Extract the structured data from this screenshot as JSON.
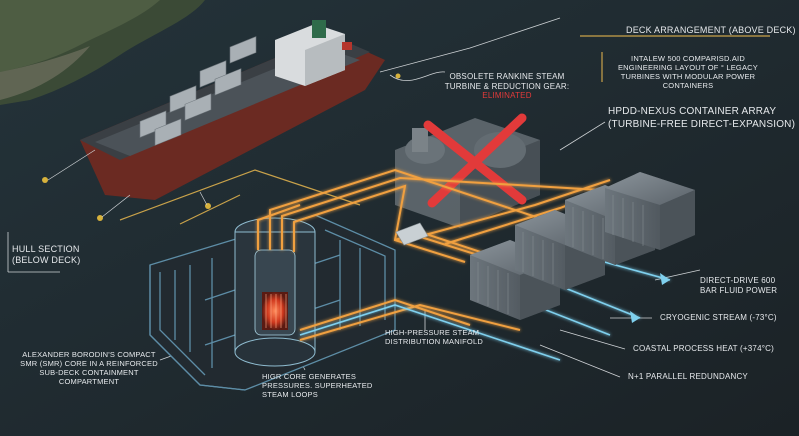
{
  "labels": {
    "deck_arrangement": "DECK ARRANGEMENT (ABOVE DECK)",
    "comparison_note": "INTALEW 500 COMPARISD.AID ENGINEERING LAYOUT OF ° LEGACY TURBINES WITH MODULAR POWER CONTAINERS",
    "obsolete_prefix": "OBSOLETE RANKINE STEAM TURBINE & REDUCTION GEAR: ",
    "obsolete_status": "ELIMINATED",
    "container_array_title": "HPDD-NEXUS CONTAINER ARRAY",
    "container_array_subtitle": "(TURBINE-FREE DIRECT-EXPANSION)",
    "hull_section": "HULL SECTION (BELOW DECK)",
    "smr_core": "ALEXANDER BORODIN'S COMPACT SMR (SMR) CORE IN A REINFORCED SUB-DECK CONTAINMENT COMPARTMENT",
    "core_generates": "HIGR CORE GENERATES PRESSURES. SUPERHEATED STEAM LOOPS",
    "manifold": "HIGH-PRESSURE STEAM DISTRIBUTION MANIFOLD",
    "direct_drive": "DIRECT-DRIVE 600 BAR FLUID POWER",
    "cryogenic": "CRYOGENIC STREAM (-73°C)",
    "coastal_heat": "COASTAL PROCESS HEAT (+374°C)",
    "redundancy": "N+1 PARALLEL REDUNDANCY"
  },
  "colors": {
    "background": "#1c2024",
    "accent_gold": "#c9a24a",
    "steam_orange": "#f0a040",
    "cold_blue": "#7fd0ee",
    "eliminated_red": "#e23a3a",
    "core_red": "#e04a2a"
  }
}
